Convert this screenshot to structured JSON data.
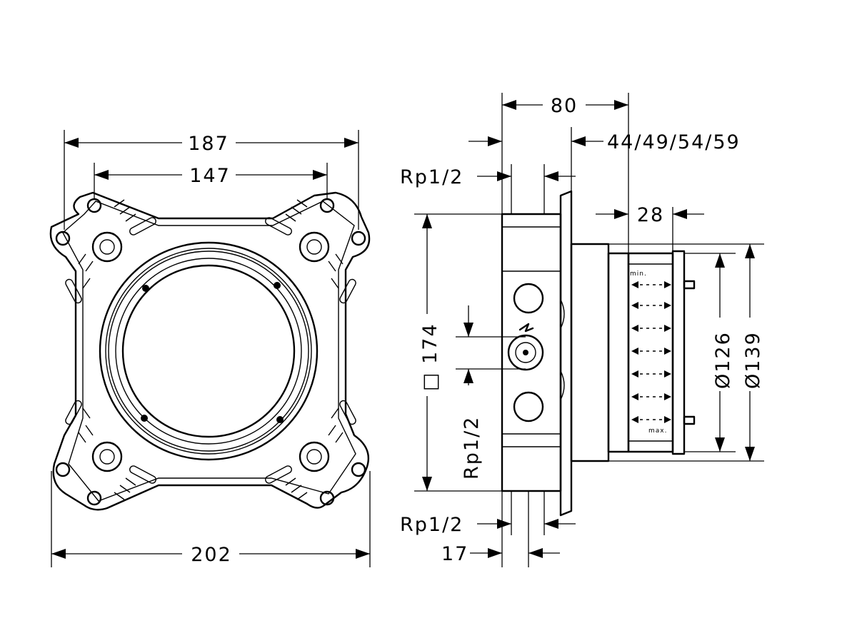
{
  "front_view": {
    "dim_187": "187",
    "dim_147": "147",
    "dim_202": "202"
  },
  "side_view": {
    "dim_80": "80",
    "dim_depths": "44/49/54/59",
    "dim_28": "28",
    "dim_rp_top": "Rp1/2",
    "dim_rp_bottom": "Rp1/2",
    "dim_17": "17",
    "dim_174": "□ 174",
    "dim_rp_vertical": "Rp1/2",
    "dim_d126": "Ø126",
    "dim_d139": "Ø139",
    "label_min": "min.",
    "label_max": "max."
  }
}
